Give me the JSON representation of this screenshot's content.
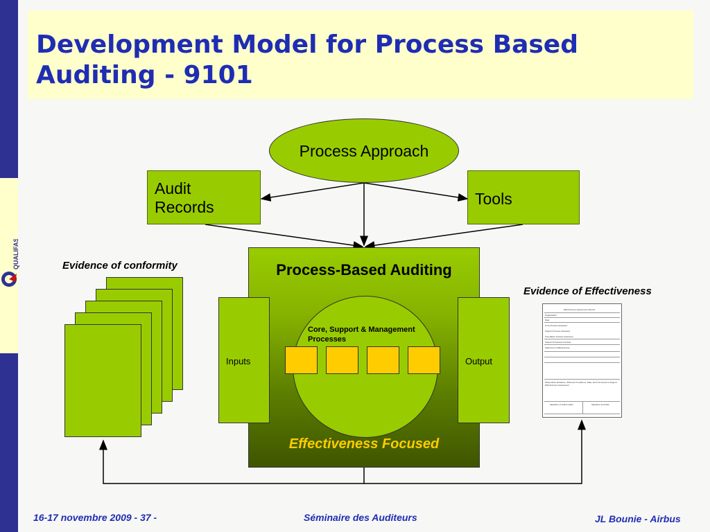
{
  "title": "Development Model for Process Based Auditing - 9101",
  "ellipse_label": "Process Approach",
  "audit_records_label": "Audit Records",
  "tools_label": "Tools",
  "main_box": {
    "title": "Process-Based Auditing",
    "subtitle": "Effectiveness Focused",
    "core_label": "Core, Support & Management Processes",
    "inputs_label": "Inputs",
    "output_label": "Output"
  },
  "evidence_conformity": "Evidence of conformity",
  "evidence_effectiveness": "Evidence of Effectiveness",
  "logo_text": "QUALIFAS",
  "footer": {
    "left": "16-17 novembre 2009 - 37 -",
    "center": "Séminaire des Auditeurs",
    "right": "JL Bounie - Airbus"
  },
  "doc": {
    "header": "Effectiveness Assessment Record",
    "rows": [
      "Organization",
      "Date",
      "Core Process Assessed",
      "Support Process Assessed",
      "Foundation Process Assessed",
      "Support Processes Involved",
      "Statement of Effectiveness",
      "Observation Evidence, Observed Conditions, Data, and Comments to Support Effectiveness Assessment",
      "Signature of Audit Leader",
      "Signature and Date"
    ]
  },
  "colors": {
    "navy": "#2e3192",
    "title_bg": "#ffffcc",
    "green": "#99cc00",
    "yellow": "#ffcc00",
    "title_text": "#1f2db3"
  }
}
